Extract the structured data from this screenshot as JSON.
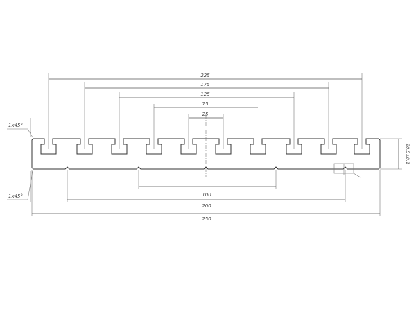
{
  "dimensions": {
    "d225": "225",
    "d175": "175",
    "d125": "125",
    "d75": "75",
    "d25": "25",
    "d100": "100",
    "d200": "200",
    "d250": "250"
  },
  "chamfer_top": "1x45°",
  "chamfer_bottom": "1x45°",
  "thickness": "20,5±0,1"
}
